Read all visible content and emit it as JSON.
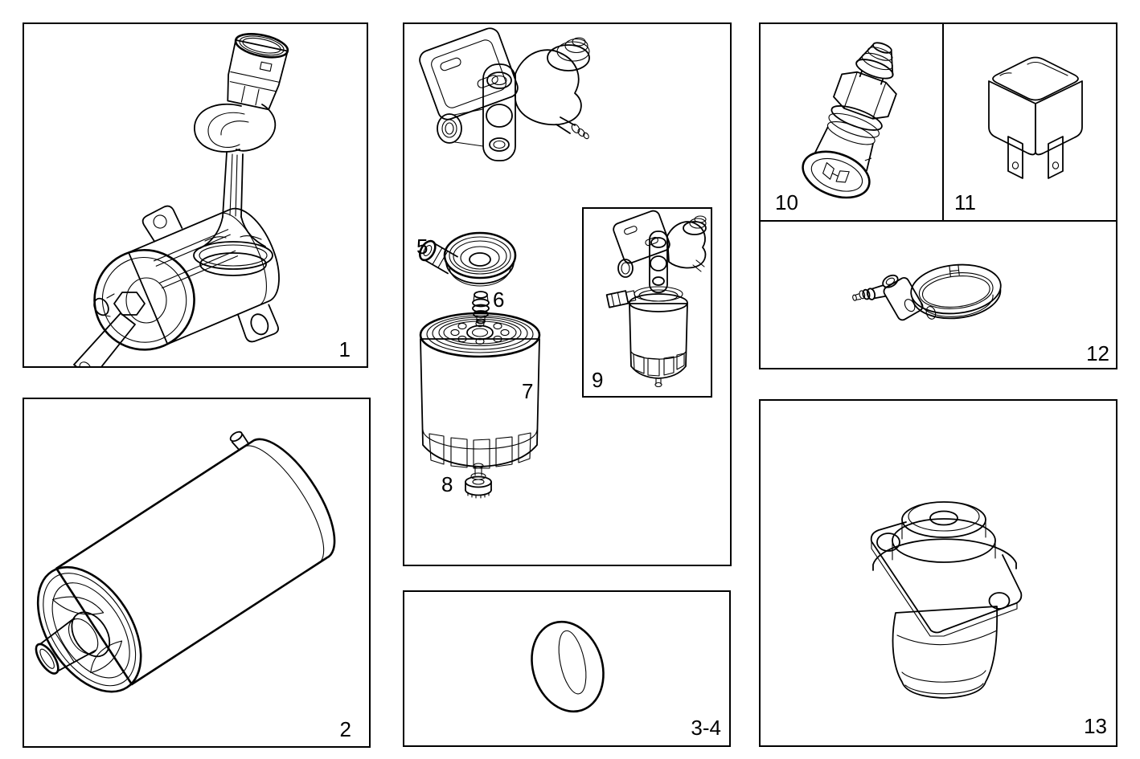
{
  "page": {
    "background": "#ffffff",
    "line_color": "#000000",
    "text_color": "#000000"
  },
  "labels": {
    "p1": "1",
    "p2": "2",
    "p34": "3-4",
    "p5": "5",
    "p6": "6",
    "p7": "7",
    "p8": "8",
    "p9": "9",
    "p10": "10",
    "p11": "11",
    "p12": "12",
    "p13": "13"
  }
}
